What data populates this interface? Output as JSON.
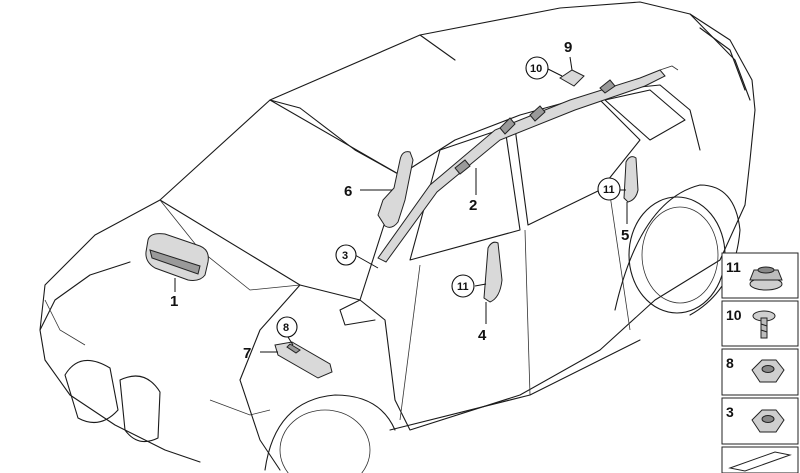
{
  "callouts": {
    "c1": "1",
    "c2": "2",
    "c3": "3",
    "c4": "4",
    "c5": "5",
    "c6": "6",
    "c7": "7",
    "c8": "8",
    "c9": "9",
    "c10": "10",
    "c11a": "11",
    "c11b": "11"
  },
  "legend": {
    "items": [
      {
        "label": "11",
        "icon": "flange-nut-icon"
      },
      {
        "label": "10",
        "icon": "screw-icon"
      },
      {
        "label": "8",
        "icon": "hex-nut-icon"
      },
      {
        "label": "3",
        "icon": "hex-nut-icon"
      }
    ]
  }
}
